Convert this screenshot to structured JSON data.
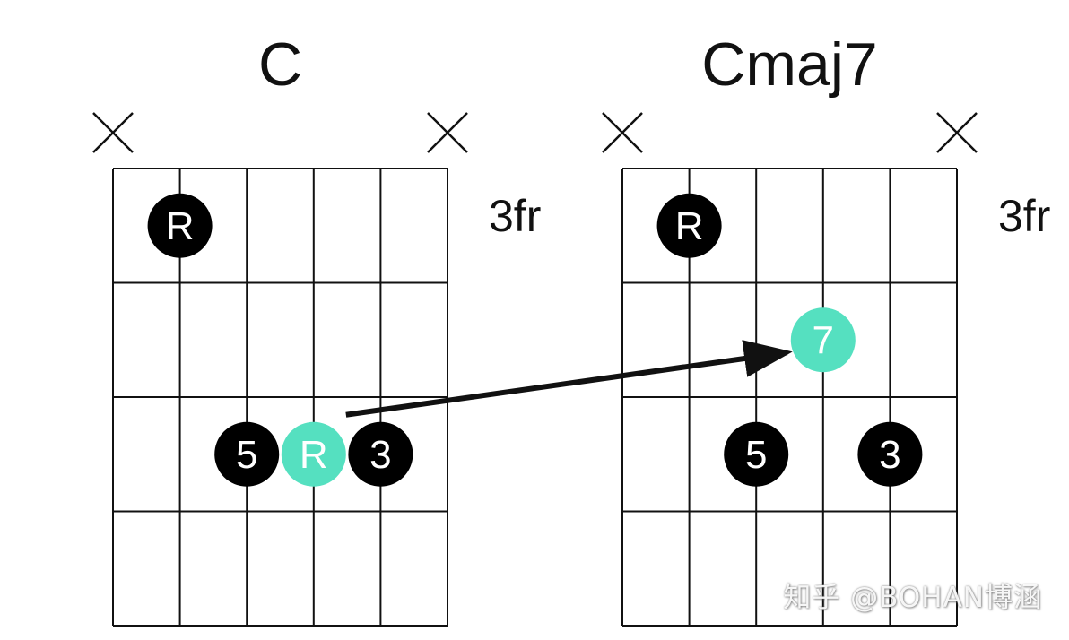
{
  "diagrams": [
    {
      "title": "C",
      "fret_label": "3fr",
      "muted_strings": [
        1,
        6
      ],
      "dots": [
        {
          "string": 2,
          "fret": 1,
          "label": "R",
          "color": "#000000"
        },
        {
          "string": 3,
          "fret": 3,
          "label": "5",
          "color": "#000000"
        },
        {
          "string": 4,
          "fret": 3,
          "label": "R",
          "color": "#55e0c0"
        },
        {
          "string": 5,
          "fret": 3,
          "label": "3",
          "color": "#000000"
        }
      ]
    },
    {
      "title": "Cmaj7",
      "fret_label": "3fr",
      "muted_strings": [
        1,
        6
      ],
      "dots": [
        {
          "string": 2,
          "fret": 1,
          "label": "R",
          "color": "#000000"
        },
        {
          "string": 4,
          "fret": 2,
          "label": "7",
          "color": "#55e0c0"
        },
        {
          "string": 3,
          "fret": 3,
          "label": "5",
          "color": "#000000"
        },
        {
          "string": 5,
          "fret": 3,
          "label": "3",
          "color": "#000000"
        }
      ]
    }
  ],
  "arrow": {
    "from": {
      "diagram": 0,
      "string": 4,
      "fret": 3
    },
    "to": {
      "diagram": 1,
      "string": 4,
      "fret": 2
    }
  },
  "watermark": "知乎 @BOHAN博涵",
  "colors": {
    "line": "#111111",
    "root_dot": "#000000",
    "highlight_dot": "#55e0c0"
  }
}
